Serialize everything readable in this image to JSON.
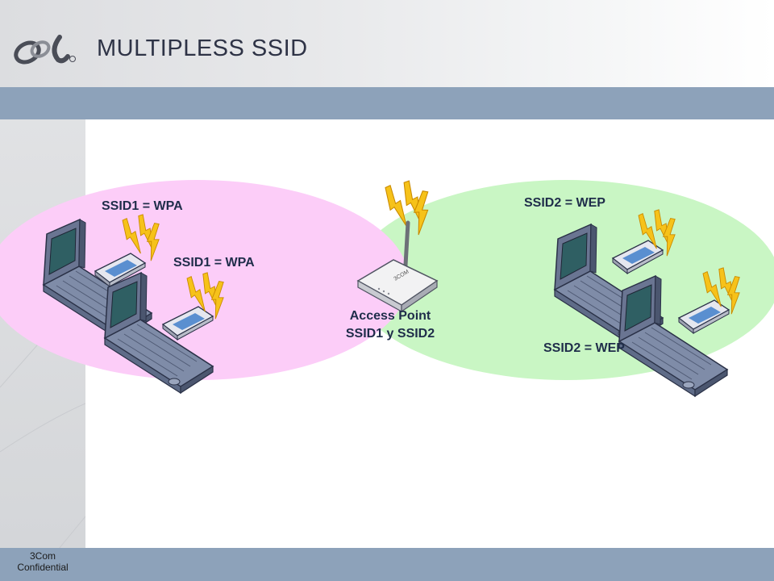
{
  "header": {
    "title": "MULTIPLESS SSID"
  },
  "footer": {
    "company": "3Com",
    "classification": "Confidential"
  },
  "diagram": {
    "left_labels": [
      "SSID1 = WPA",
      "SSID1 = WPA"
    ],
    "right_labels": [
      "SSID2 = WEP",
      "SSID2 = WEP"
    ],
    "access_point": {
      "line1": "Access Point",
      "line2": "SSID1 y SSID2"
    }
  },
  "colors": {
    "zone_left": "#fccdf8",
    "zone_right": "#c9f6c4",
    "bands": "#8da2ba",
    "lightning": "#f6c21a",
    "laptop_screen": "#2f5f63",
    "label_text": "#1f2d4a"
  },
  "icons": [
    "laptop-icon",
    "pc-card-icon",
    "lightning-icon",
    "access-point-icon",
    "logo-mark"
  ]
}
